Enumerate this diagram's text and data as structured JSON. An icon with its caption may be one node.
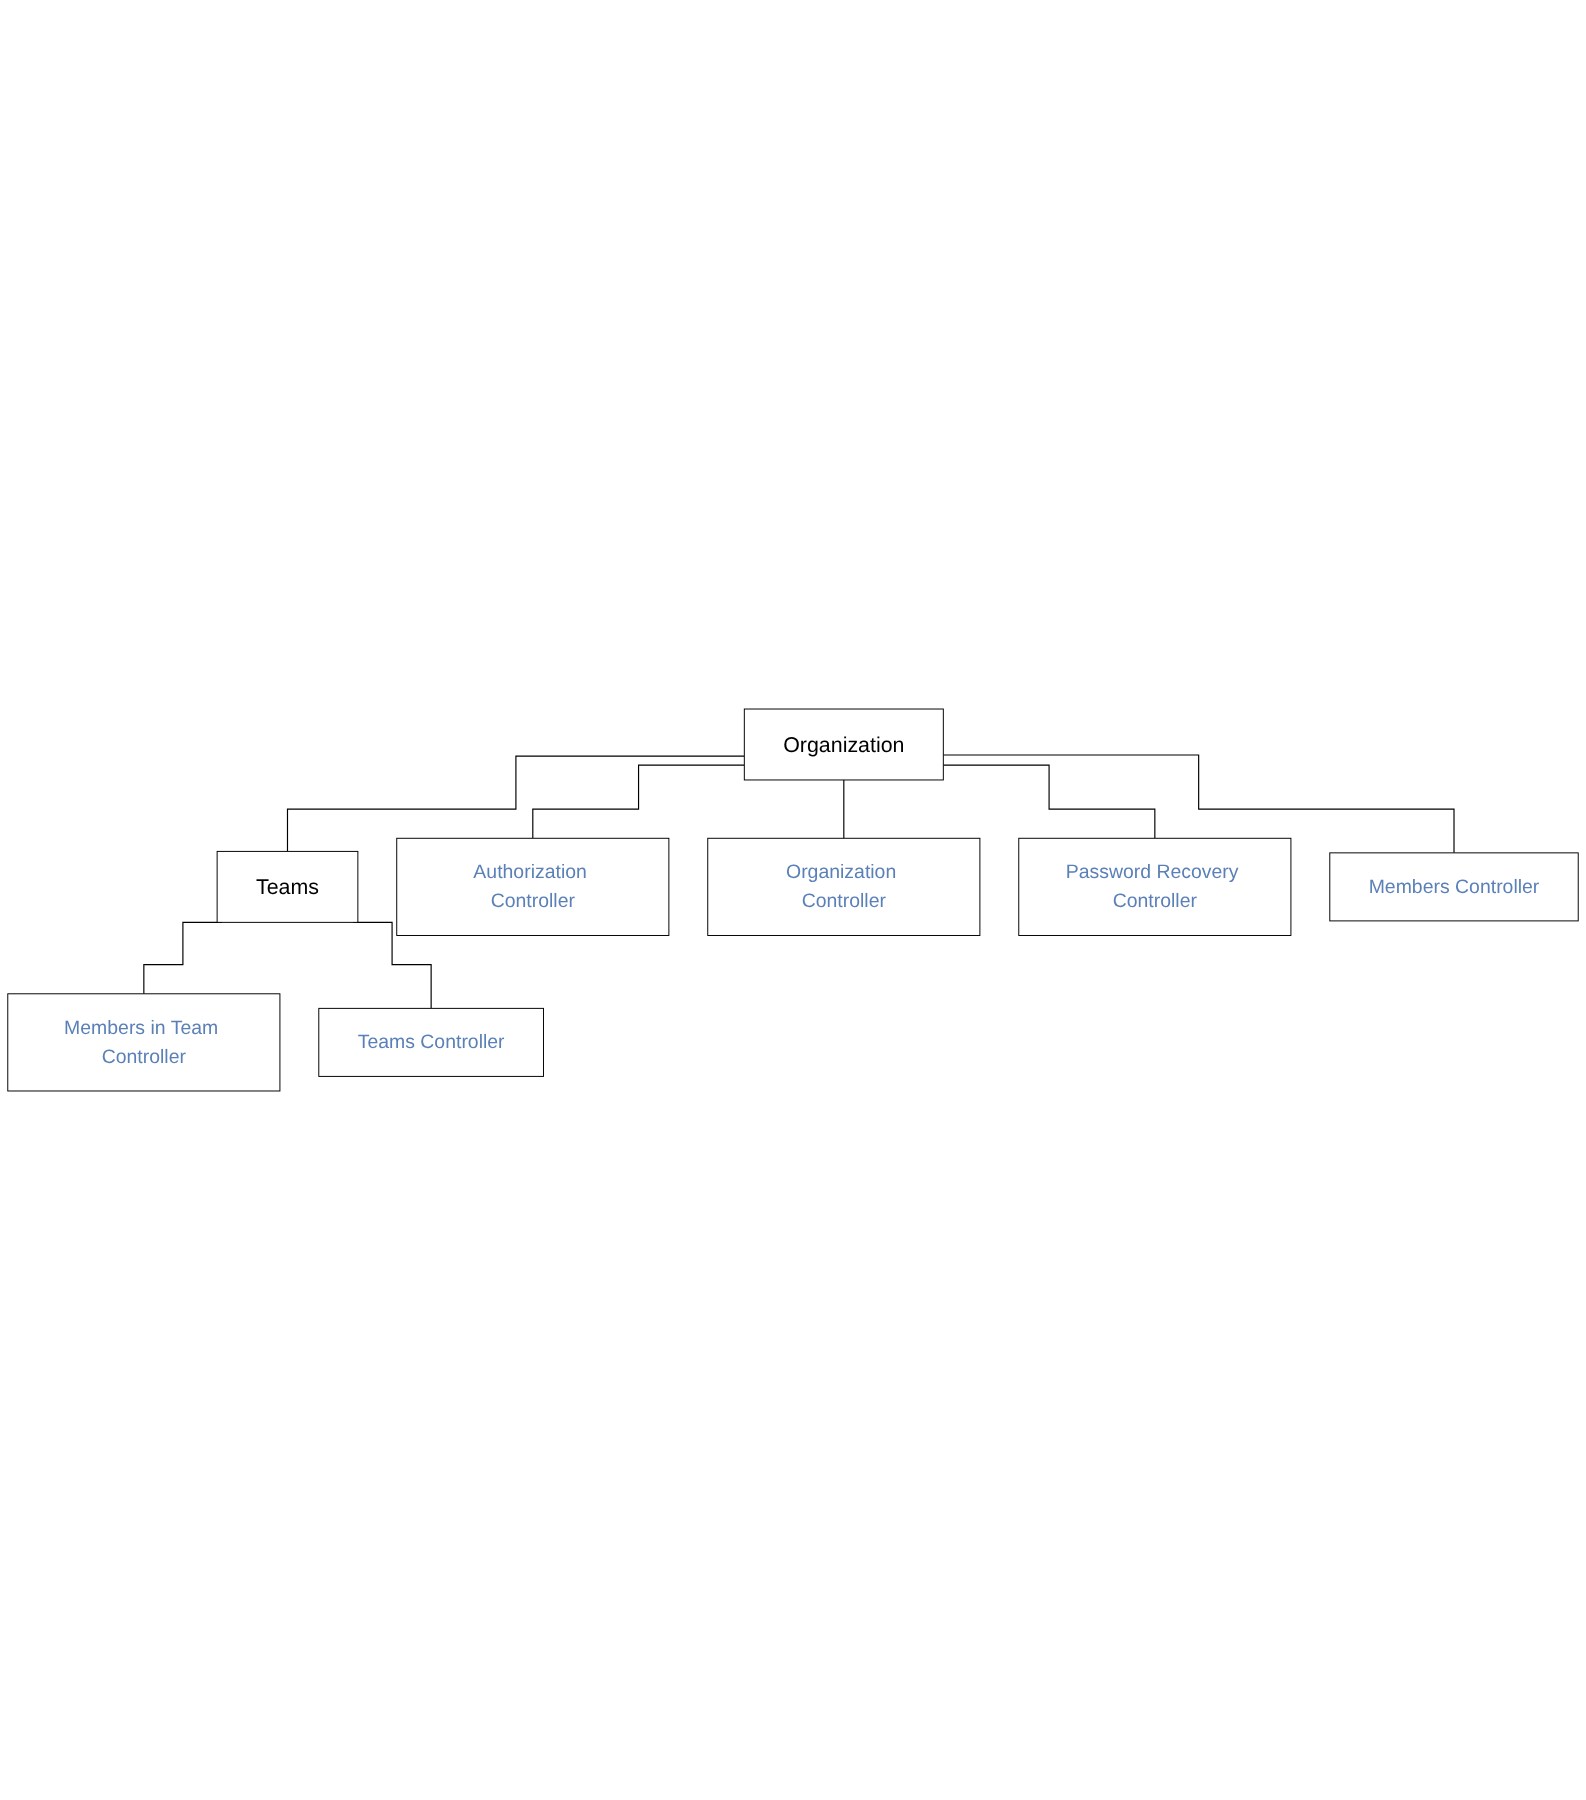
{
  "diagram": {
    "nodes": [
      {
        "text": [
          "Organization"
        ]
      },
      {
        "text": [
          "Teams"
        ]
      },
      {
        "text": [
          "Authorization Controller"
        ]
      },
      {
        "text": [
          "Organization Controller"
        ]
      },
      {
        "text": [
          "Password Recovery Controller"
        ]
      },
      {
        "text": [
          "Members Controller"
        ]
      },
      {
        "text": [
          "Members in Team Controller"
        ]
      },
      {
        "text": [
          "Teams Controller"
        ]
      }
    ],
    "edges": [
      {
        "from": 0,
        "to": 1,
        "arrow": "none"
      },
      {
        "from": 0,
        "to": 2,
        "arrow": "none"
      },
      {
        "from": 0,
        "to": 3,
        "arrow": "none"
      },
      {
        "from": 0,
        "to": 4,
        "arrow": "none"
      },
      {
        "from": 0,
        "to": 5,
        "arrow": "none"
      },
      {
        "from": 1,
        "to": 6,
        "arrow": "none"
      },
      {
        "from": 1,
        "to": 7,
        "arrow": "none"
      }
    ]
  }
}
